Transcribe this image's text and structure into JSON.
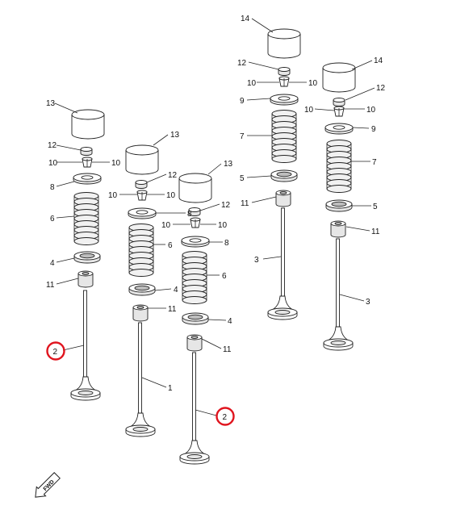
{
  "callouts": {
    "n1": "1",
    "n2": "2",
    "n3": "3",
    "n4": "4",
    "n5": "5",
    "n6": "6",
    "n7": "7",
    "n8": "8",
    "n9": "9",
    "n10": "10",
    "n11": "11",
    "n12": "12",
    "n13": "13",
    "n14": "14"
  },
  "highlighted_callouts": [
    "2"
  ],
  "highlight_color": "#e0141e",
  "fwd_label": "FWD"
}
